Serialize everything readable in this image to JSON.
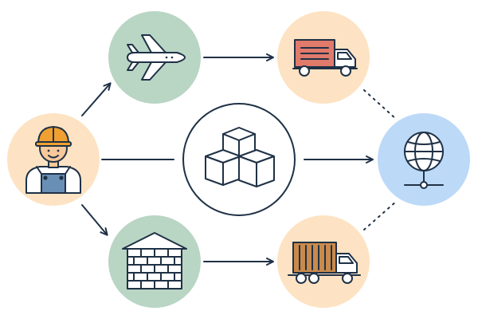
{
  "diagram": {
    "nodes": [
      {
        "id": "worker",
        "icon": "worker-icon",
        "fill": "#fde3c3"
      },
      {
        "id": "airplane",
        "icon": "airplane-icon",
        "fill": "#b9d5c4"
      },
      {
        "id": "box-truck",
        "icon": "box-truck-icon",
        "fill": "#fde3c3"
      },
      {
        "id": "packages",
        "icon": "packages-icon",
        "fill": "#ffffff"
      },
      {
        "id": "network",
        "icon": "globe-network-icon",
        "fill": "#bcd9f7"
      },
      {
        "id": "warehouse",
        "icon": "warehouse-icon",
        "fill": "#b9d5c4"
      },
      {
        "id": "container-truck",
        "icon": "container-truck-icon",
        "fill": "#fde3c3"
      }
    ],
    "connections": [
      {
        "from": "worker",
        "to": "airplane",
        "style": "arrow"
      },
      {
        "from": "worker",
        "to": "packages",
        "style": "line"
      },
      {
        "from": "worker",
        "to": "warehouse",
        "style": "arrow"
      },
      {
        "from": "airplane",
        "to": "box-truck",
        "style": "arrow"
      },
      {
        "from": "packages",
        "to": "network",
        "style": "arrow"
      },
      {
        "from": "warehouse",
        "to": "container-truck",
        "style": "arrow"
      },
      {
        "from": "box-truck",
        "to": "network",
        "style": "dotted"
      },
      {
        "from": "container-truck",
        "to": "network",
        "style": "dotted"
      }
    ],
    "colors": {
      "stroke": "#1f3146",
      "peach": "#fde3c3",
      "sage": "#b9d5c4",
      "sky": "#bcd9f7",
      "truck_red": "#e07a6b",
      "container_brown": "#c98a4b",
      "hardhat_orange": "#f0a030",
      "skin": "#f7c89a",
      "overalls": "#6a8fb5"
    }
  }
}
